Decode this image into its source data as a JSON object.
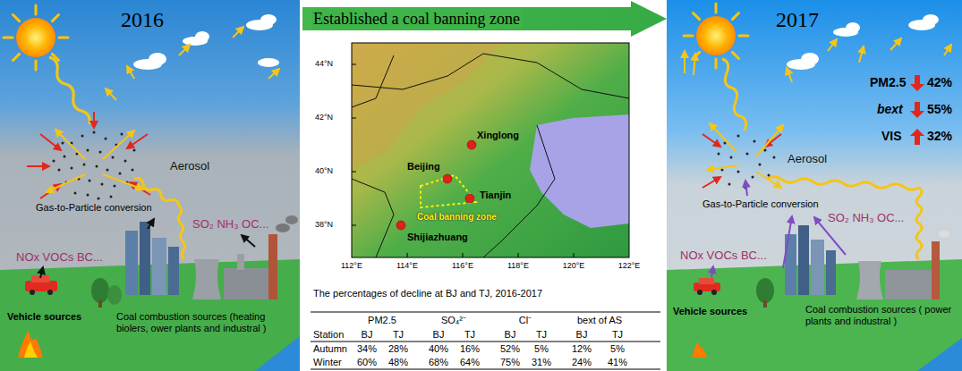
{
  "diagram": {
    "nodes": [
      {
        "text": [
          "2016"
        ]
      },
      {
        "text": [
          "2017"
        ]
      }
    ],
    "edges": [
      {
        "from": 0,
        "to": 1,
        "arrow": "to",
        "label": "Established a coal banning zone"
      }
    ],
    "labels": [
      "Aerosol",
      "Gas-to-Particle conversion",
      "SO₂ NH₃ OC...",
      "NOx VOCs BC...",
      "Vehicle sources",
      "Coal combustion sources (heating biolers, ower plants and industral )",
      "44°N",
      "42°N",
      "40°N",
      "38°N",
      "112°E",
      "114°E",
      "116°E",
      "118°E",
      "120°E",
      "122°E",
      "Xinglong",
      "Beijing",
      "Tianjin",
      "Shijiazhuang",
      "Coal banning zone",
      "The percentages of decline at BJ and TJ, 2016-2017",
      "PM2.5",
      "SO₄²⁻",
      "Cl⁻",
      "bext of AS",
      "Station",
      "BJ",
      "TJ",
      "BJ",
      "TJ",
      "BJ",
      "TJ",
      "BJ",
      "TJ",
      "Autumn",
      "34%",
      "28%",
      "40%",
      "16%",
      "52%",
      "5%",
      "12%",
      "5%",
      "Winter",
      "60%",
      "48%",
      "68%",
      "64%",
      "75%",
      "31%",
      "24%",
      "41%",
      "Aerosol",
      "Gas-to-Particle conversion",
      "SO₂ NH₃ OC...",
      "NOx VOCs BC...",
      "Vehicle sources",
      "Coal combustion sources ( power plants and industral )",
      "PM2.5",
      "42%",
      "bext",
      "55%",
      "VIS",
      "32%"
    ]
  }
}
